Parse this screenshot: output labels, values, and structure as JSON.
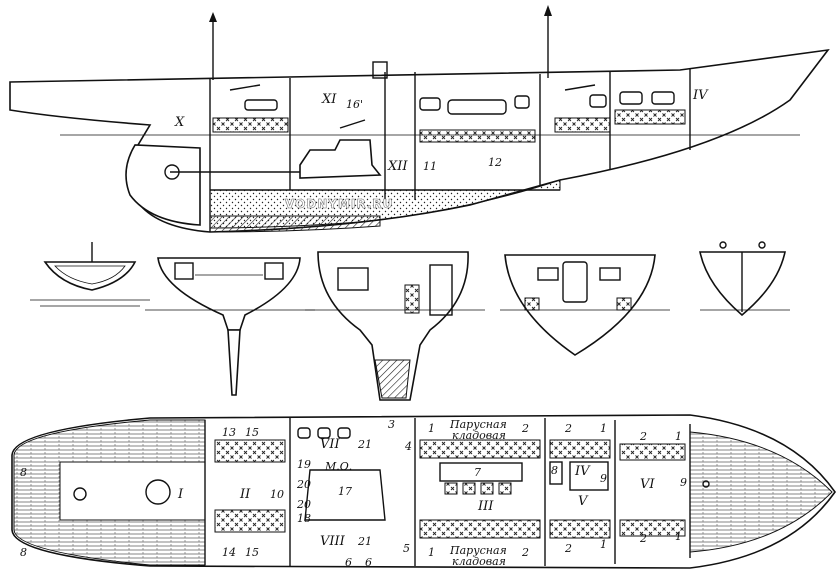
{
  "watermark": "VODNYMIR.RU",
  "profile": {
    "roman_labels": [
      "X",
      "XI",
      "XII",
      "IV"
    ],
    "numbers": [
      "16'",
      "11",
      "12"
    ]
  },
  "plan": {
    "sail_store_top": [
      "Парусная",
      "кладовая"
    ],
    "sail_store_bottom": [
      "Парусная",
      "кладовая"
    ],
    "engine_room": "М.О.",
    "roman_labels": [
      "I",
      "II",
      "III",
      "IV",
      "V",
      "VI",
      "VII",
      "VIII"
    ],
    "numbers_top": [
      "13",
      "15",
      "3",
      "21",
      "1",
      "2",
      "2",
      "1",
      "2",
      "1"
    ],
    "numbers_mid": [
      "8",
      "19",
      "20",
      "17",
      "10",
      "4",
      "7",
      "8",
      "9",
      "9",
      "20",
      "18"
    ],
    "numbers_bottom": [
      "14",
      "15",
      "21",
      "5",
      "1",
      "2",
      "2",
      "1",
      "2",
      "1",
      "6",
      "6",
      "8"
    ]
  }
}
